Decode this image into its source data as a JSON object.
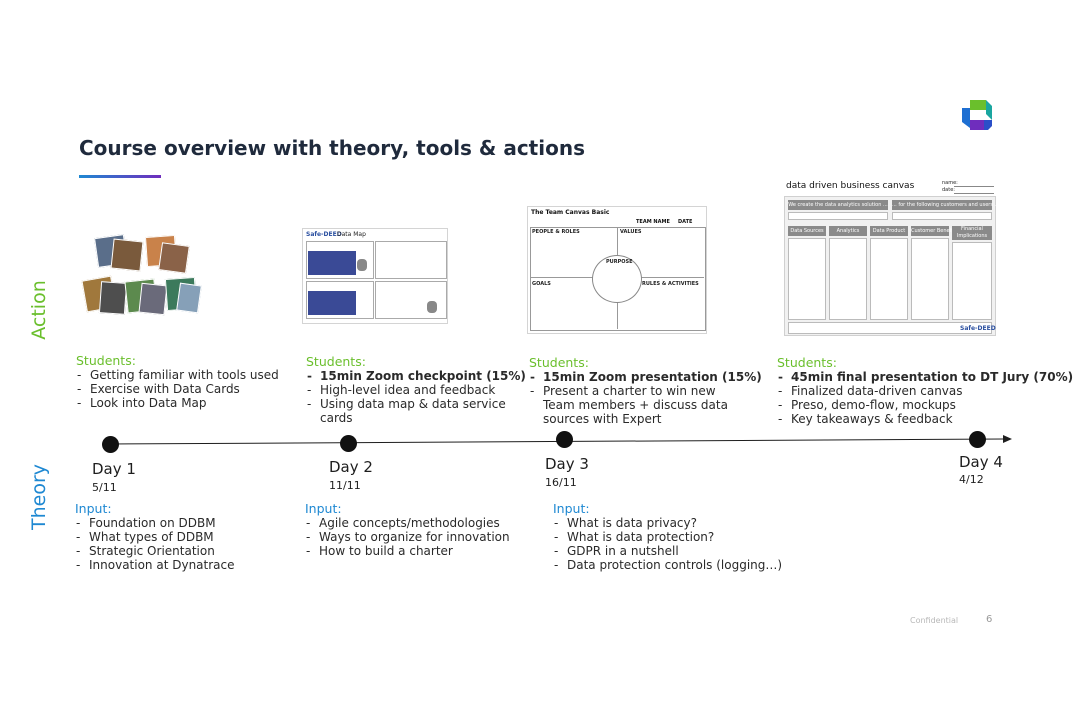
{
  "title": "Course overview with theory, tools & actions",
  "side_labels": {
    "action": "Action",
    "theory": "Theory"
  },
  "columns": [
    {
      "action_heading": "Students:",
      "actions": [
        {
          "text": "Getting familiar with tools used",
          "bold": false
        },
        {
          "text": "Exercise with Data Cards",
          "bold": false
        },
        {
          "text": "Look into Data Map",
          "bold": false
        }
      ],
      "day": "Day 1",
      "date": "5/11",
      "theory_heading": "Input:",
      "theory": [
        "Foundation on DDBM",
        "What types of DDBM",
        "Strategic Orientation",
        "Innovation at Dynatrace"
      ]
    },
    {
      "action_heading": "Students:",
      "actions": [
        {
          "text": "15min Zoom checkpoint (15%)",
          "bold": true
        },
        {
          "text": "High-level idea and feedback",
          "bold": false
        },
        {
          "text": "Using data map & data service cards",
          "bold": false
        }
      ],
      "day": "Day 2",
      "date": "11/11",
      "theory_heading": "Input:",
      "theory": [
        "Agile concepts/methodologies",
        "Ways to organize for innovation",
        "How to build a charter"
      ]
    },
    {
      "action_heading": "Students:",
      "actions": [
        {
          "text": "15min Zoom presentation (15%)",
          "bold": true
        },
        {
          "text": "Present a charter to win new Team members + discuss data sources with Expert",
          "bold": false
        }
      ],
      "day": "Day 3",
      "date": "16/11",
      "theory_heading": "Input:",
      "theory": [
        "What is data privacy?",
        "What is data protection?",
        "GDPR in a nutshell",
        "Data protection controls (logging…)"
      ]
    },
    {
      "action_heading": "Students:",
      "actions": [
        {
          "text": "45min final presentation to DT Jury (70%)",
          "bold": true
        },
        {
          "text": "Finalized data-driven canvas",
          "bold": false
        },
        {
          "text": "Preso, demo-flow, mockups",
          "bold": false
        },
        {
          "text": "Key takeaways & feedback",
          "bold": false
        }
      ],
      "day": "Day 4",
      "date": "4/12"
    }
  ],
  "thumbnails": {
    "data_map": {
      "brand": "Safe-DEED",
      "title": "Data Map"
    },
    "team_canvas": {
      "title": "The Team Canvas Basic",
      "purpose": "PURPOSE",
      "team_name": "TEAM NAME",
      "date": "DATE",
      "people_roles": "PEOPLE & ROLES",
      "values": "VALUES",
      "goals": "GOALS",
      "rules": "RULES & ACTIVITIES"
    },
    "business_canvas": {
      "title": "data driven business canvas",
      "name_label": "name:",
      "date_label": "date:",
      "banner_left": "We create the data analytics solution ...",
      "banner_right": "... for the following customers and users ...",
      "columns": [
        "Data Sources",
        "Analytics",
        "Data Product",
        "Customer Benefit",
        "Financial Implications"
      ],
      "brand": "Safe-DEED"
    }
  },
  "footer": {
    "confidential": "Confidential",
    "page": "6"
  },
  "colors": {
    "action": "#6abf2c",
    "theory": "#1e88d2",
    "title": "#1f2a3c",
    "timeline": "#1e1e1e"
  }
}
